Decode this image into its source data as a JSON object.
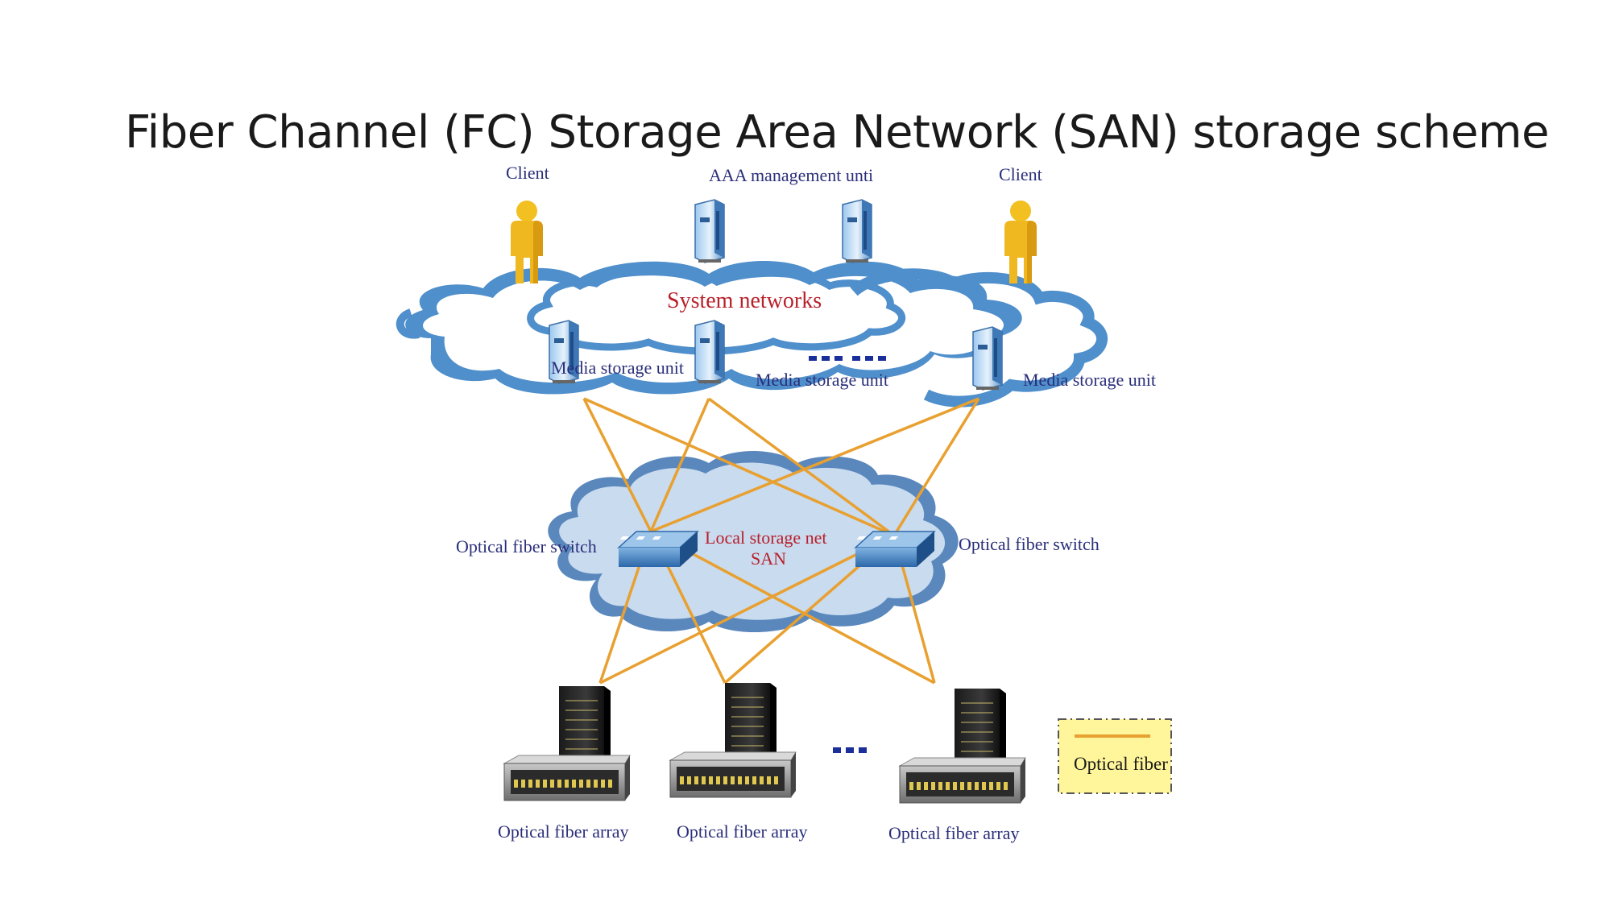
{
  "title": "Fiber Channel (FC) Storage Area Network (SAN) storage scheme",
  "labels": {
    "client_left": "Client",
    "client_right": "Client",
    "aaa": "AAA management unti",
    "system_networks": "System networks",
    "media_storage_1": "Media storage unit",
    "media_storage_2": "Media storage unit",
    "media_storage_3": "Media storage unit",
    "switch_left": "Optical fiber switch",
    "switch_right": "Optical fiber switch",
    "san_line1": "Local storage net",
    "san_line2": "SAN",
    "array_1": "Optical fiber array",
    "array_2": "Optical fiber array",
    "array_3": "Optical fiber array",
    "legend": "Optical fiber"
  },
  "colors": {
    "fiber": "#e8a030",
    "cloud_top": "#4f8fcb",
    "cloud_san": "#c9dbef",
    "client": "#f0b820",
    "legend_bg": "#fff59a"
  }
}
